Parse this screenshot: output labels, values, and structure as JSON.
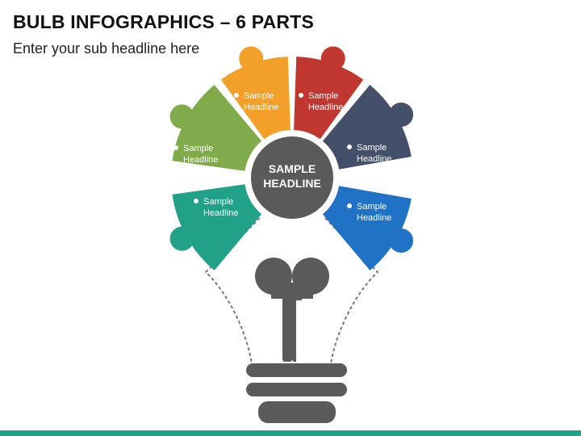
{
  "slide": {
    "title": "BULB INFOGRAPHICS – 6 PARTS",
    "subtitle": "Enter your sub headline here"
  },
  "center": {
    "line1": "SAMPLE",
    "line2": "HEADLINE",
    "color": "#5a5a5a"
  },
  "segments": [
    {
      "id": "orange",
      "line1": "Sample",
      "line2": "Headline",
      "color": "#f2a02a"
    },
    {
      "id": "red",
      "line1": "Sample",
      "line2": "Headline",
      "color": "#c0372f"
    },
    {
      "id": "slate",
      "line1": "Sample",
      "line2": "Headline",
      "color": "#445069"
    },
    {
      "id": "blue",
      "line1": "Sample",
      "line2": "Headline",
      "color": "#1f72c6"
    },
    {
      "id": "teal",
      "line1": "Sample",
      "line2": "Headline",
      "color": "#21a188"
    },
    {
      "id": "green",
      "line1": "Sample",
      "line2": "Headline",
      "color": "#7fab4b"
    }
  ],
  "colors": {
    "bulb": "#5a5a5a",
    "dashed_outline": "#7a7a7a",
    "footer_bar": "#21a188"
  }
}
